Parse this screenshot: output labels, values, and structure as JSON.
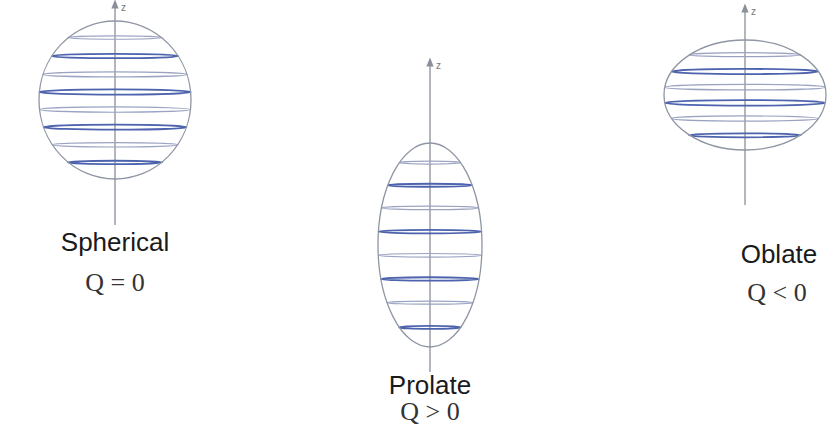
{
  "diagram": {
    "nodes": [
      {
        "text": [
          "Spherical",
          "Q = 0"
        ]
      },
      {
        "text": [
          "Prolate",
          "Q > 0"
        ]
      },
      {
        "text": [
          "Oblate",
          "Q < 0"
        ]
      }
    ],
    "labels": [
      "z",
      "z",
      "z"
    ]
  }
}
